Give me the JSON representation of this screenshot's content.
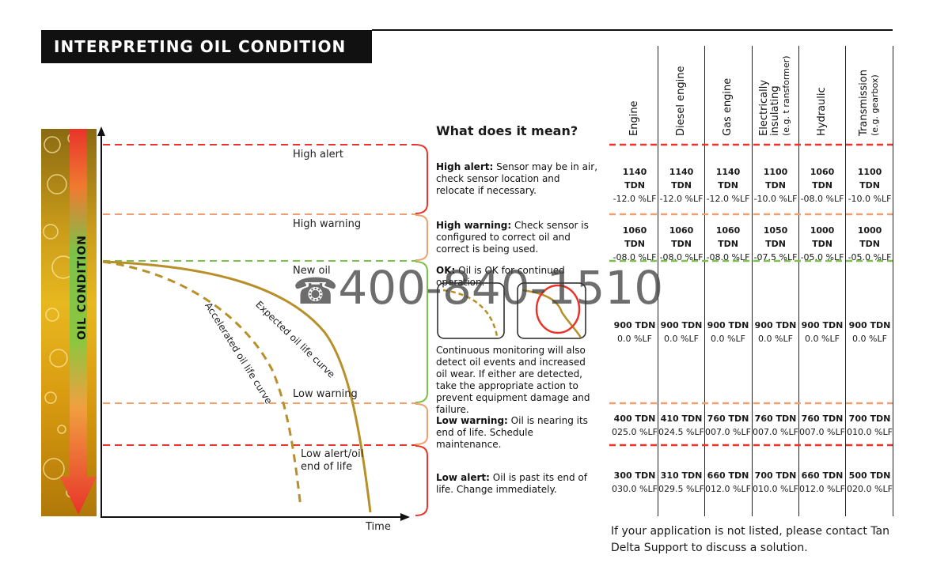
{
  "header": {
    "title": "INTERPRETING OIL CONDITION"
  },
  "side_label": "OIL CONDITION",
  "graph": {
    "x_axis_label": "Time",
    "zones": {
      "high_alert": "High alert",
      "high_warning": "High warning",
      "new_oil": "New oil",
      "low_warning": "Low warning",
      "low_alert_1": "Low alert/oil",
      "low_alert_2": "end of life"
    },
    "curves": {
      "expected": "Expected oil life curve",
      "accelerated": "Accelerated oil life curve"
    },
    "colors": {
      "red": "#e8342a",
      "orange": "#f0a070",
      "green": "#7cc24a",
      "curve": "#b8902a"
    }
  },
  "meaning": {
    "title": "What does it mean?",
    "high_alert": {
      "label": "High alert:",
      "text": " Sensor may be in air, check sensor location and relocate if necessary."
    },
    "high_warning": {
      "label": "High warning:",
      "text": " Check sensor is configured to correct oil and correct is being used."
    },
    "ok": {
      "label": "OK:",
      "text": " Oil is OK for continued operation."
    },
    "continuous": "Continuous monitoring will also detect oil events and increased oil wear. If either are detected, take the appropriate action to prevent equipment damage and failure.",
    "low_warning": {
      "label": "Low warning:",
      "text": " Oil is nearing its end of life. Schedule maintenance."
    },
    "low_alert": {
      "label": "Low alert:",
      "text": " Oil is past its end of life. Change immediately."
    }
  },
  "table": {
    "columns": [
      {
        "name": "Engine",
        "sub": ""
      },
      {
        "name": "Diesel engine",
        "sub": ""
      },
      {
        "name": "Gas engine",
        "sub": ""
      },
      {
        "name": "Electrically insulating",
        "sub": "(e.g. t ransformer)"
      },
      {
        "name": "Hydraulic",
        "sub": ""
      },
      {
        "name": "Transmission",
        "sub": "(e.g. gearbox)"
      }
    ],
    "rows": [
      {
        "tdn": [
          "1140 TDN",
          "1140 TDN",
          "1140 TDN",
          "1100 TDN",
          "1060 TDN",
          "1100 TDN"
        ],
        "lf": [
          "-12.0 %LF",
          "-12.0 %LF",
          "-12.0 %LF",
          "-10.0 %LF",
          "-08.0 %LF",
          "-10.0 %LF"
        ]
      },
      {
        "tdn": [
          "1060 TDN",
          "1060 TDN",
          "1060 TDN",
          "1050 TDN",
          "1000 TDN",
          "1000 TDN"
        ],
        "lf": [
          "-08.0 %LF",
          "-08.0 %LF",
          "-08.0 %LF",
          "-07.5 %LF",
          "-05.0 %LF",
          "-05.0 %LF"
        ]
      },
      {
        "tdn": [
          "900 TDN",
          "900 TDN",
          "900 TDN",
          "900 TDN",
          "900 TDN",
          "900 TDN"
        ],
        "lf": [
          "0.0 %LF",
          "0.0 %LF",
          "0.0 %LF",
          "0.0 %LF",
          "0.0 %LF",
          "0.0 %LF"
        ]
      },
      {
        "tdn": [
          "400 TDN",
          "410 TDN",
          "760 TDN",
          "760 TDN",
          "760 TDN",
          "700 TDN"
        ],
        "lf": [
          "025.0 %LF",
          "024.5 %LF",
          "007.0 %LF",
          "007.0 %LF",
          "007.0 %LF",
          "010.0 %LF"
        ]
      },
      {
        "tdn": [
          "300 TDN",
          "310 TDN",
          "660 TDN",
          "700 TDN",
          "660 TDN",
          "500 TDN"
        ],
        "lf": [
          "030.0 %LF",
          "029.5 %LF",
          "012.0 %LF",
          "010.0 %LF",
          "012.0 %LF",
          "020.0 %LF"
        ]
      }
    ]
  },
  "footer": "If your application is not listed, please contact Tan Delta Support to discuss a solution.",
  "watermark": {
    "icon": "phone-icon",
    "number": "400-840-1510"
  }
}
